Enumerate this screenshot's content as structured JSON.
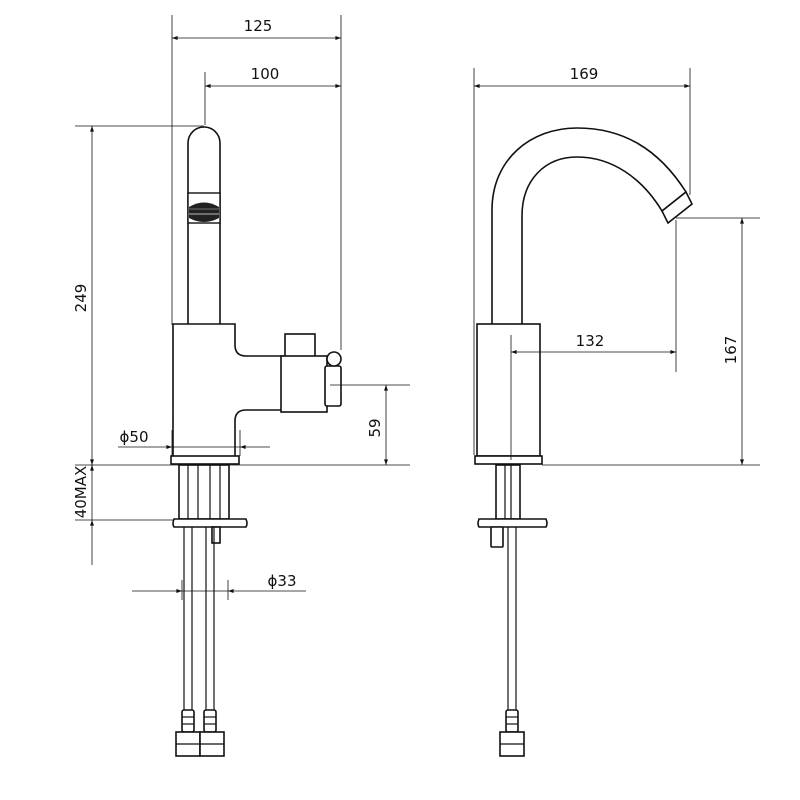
{
  "side_view": {
    "dims": {
      "overall_depth": "125",
      "spout_reach": "100",
      "height": "249",
      "base_diameter": "ϕ50",
      "lever_height": "59",
      "mount_thickness": "40MAX",
      "shank_diameter": "ϕ33"
    }
  },
  "front_view": {
    "dims": {
      "overall_width": "169",
      "spout_outlet_height": "167",
      "spout_projection": "132"
    }
  }
}
